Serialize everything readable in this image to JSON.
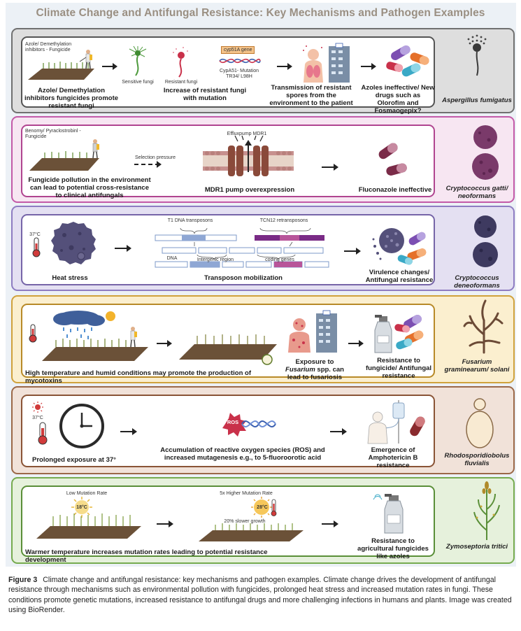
{
  "title": "Climate Change and Antifungal Resistance: Key Mechanisms and Pathogen Examples",
  "colors": {
    "row1_border": "#707070",
    "row1_bg": "#dedede",
    "row2_border": "#c35aa8",
    "row2_bg": "#f7e6f2",
    "row3_border": "#8e7cc2",
    "row3_bg": "#e4e0f2",
    "row4_border": "#d0a23c",
    "row4_bg": "#fbefcf",
    "row5_border": "#9b6848",
    "row5_bg": "#f1e2d9",
    "row6_border": "#76ab4f",
    "row6_bg": "#e6f1dc"
  },
  "rows": [
    {
      "pathogen": "Aspergillus fumigatus",
      "labels": {
        "fungicide_top": "Azole/ Demethylation inhibitors - Fungicide",
        "sensitive": "Sensitive fungi",
        "resistant": "Resistant fungi",
        "gene": "cyp51A gene",
        "mutation": "CypA51- Mutation TR34/ L98H",
        "step1": "Azole/ Demethylation inhibitors fungicides promote resistant fungi",
        "step2": "Increase of resistant fungi with mutation",
        "step3": "Transmission of resistant spores from the environment to the patient",
        "step4": "Azoles ineffective/ New drugs such as Olorofim and Fosmaogepix?"
      }
    },
    {
      "pathogen": "Cryptococcus gatti/ neoformans",
      "labels": {
        "fungicide_top": "Benomy/ Pyraclostrobinl - Fungicide",
        "selection": "Selection pressure",
        "efflux": "Effluxpump MDR1",
        "step1": "Fungicide pollution in the environment can lead to potential cross-resistance to clinical antifungals",
        "step2": "MDR1 pump overexpression",
        "step3": "Fluconazole ineffective"
      }
    },
    {
      "pathogen": "Cryptococcus deneoformans",
      "labels": {
        "temp": "37°C",
        "t1": "T1 DNA transposons",
        "tcn12": "TCN12 retransposons",
        "dna": "DNA",
        "intergenic": "Intergenic region",
        "coding": "coding genes",
        "step1": "Heat stress",
        "step2": "Transposon mobilization",
        "step3": "Virulence changes/ Antifungal resistance"
      }
    },
    {
      "pathogen": "Fusarium graminearum/ solani",
      "labels": {
        "step1": "High temperature and humid conditions may promote the production of mycotoxins",
        "step2_pre": "Exposure to ",
        "step2_genus": "Fusarium",
        "step2_post": " spp. can lead to fusariosis",
        "step3": "Resistance to fungicide/ Antifungal resistance"
      }
    },
    {
      "pathogen": "Rhodosporidiobolus fluvialis",
      "labels": {
        "temp": "37°C",
        "ros": "ROS",
        "step1": "Prolonged exposure at 37°",
        "step2": "Accumulation of reactive oxygen species (ROS) and increased mutagenesis e.g., to 5-fluoroorotic acid",
        "step3": "Emergence of Amphotericin B resistance"
      }
    },
    {
      "pathogen": "Zymoseptoria tritici",
      "labels": {
        "low_rate": "Low Mutation Rate",
        "high_rate": "5x Higher Mutation Rate",
        "temp_low": "18°C",
        "temp_high": "28°C",
        "slower": "20% slower growth",
        "step1": "Warmer temperature increases mutation rates leading to potential resistance development",
        "step2": "Resistance to agricultural fungicides like azoles"
      }
    }
  ],
  "caption": {
    "label": "Figure 3",
    "text": "Climate change and antifungal resistance: key mechanisms and pathogen examples. Climate change drives the development of antifungal resistance through mechanisms such as environmental pollution with fungicides, prolonged heat stress and increased mutation rates in fungi. These conditions promote genetic mutations, increased resistance to antifungal drugs and more challenging infections in humans and plants. Image was created using BioRender."
  }
}
